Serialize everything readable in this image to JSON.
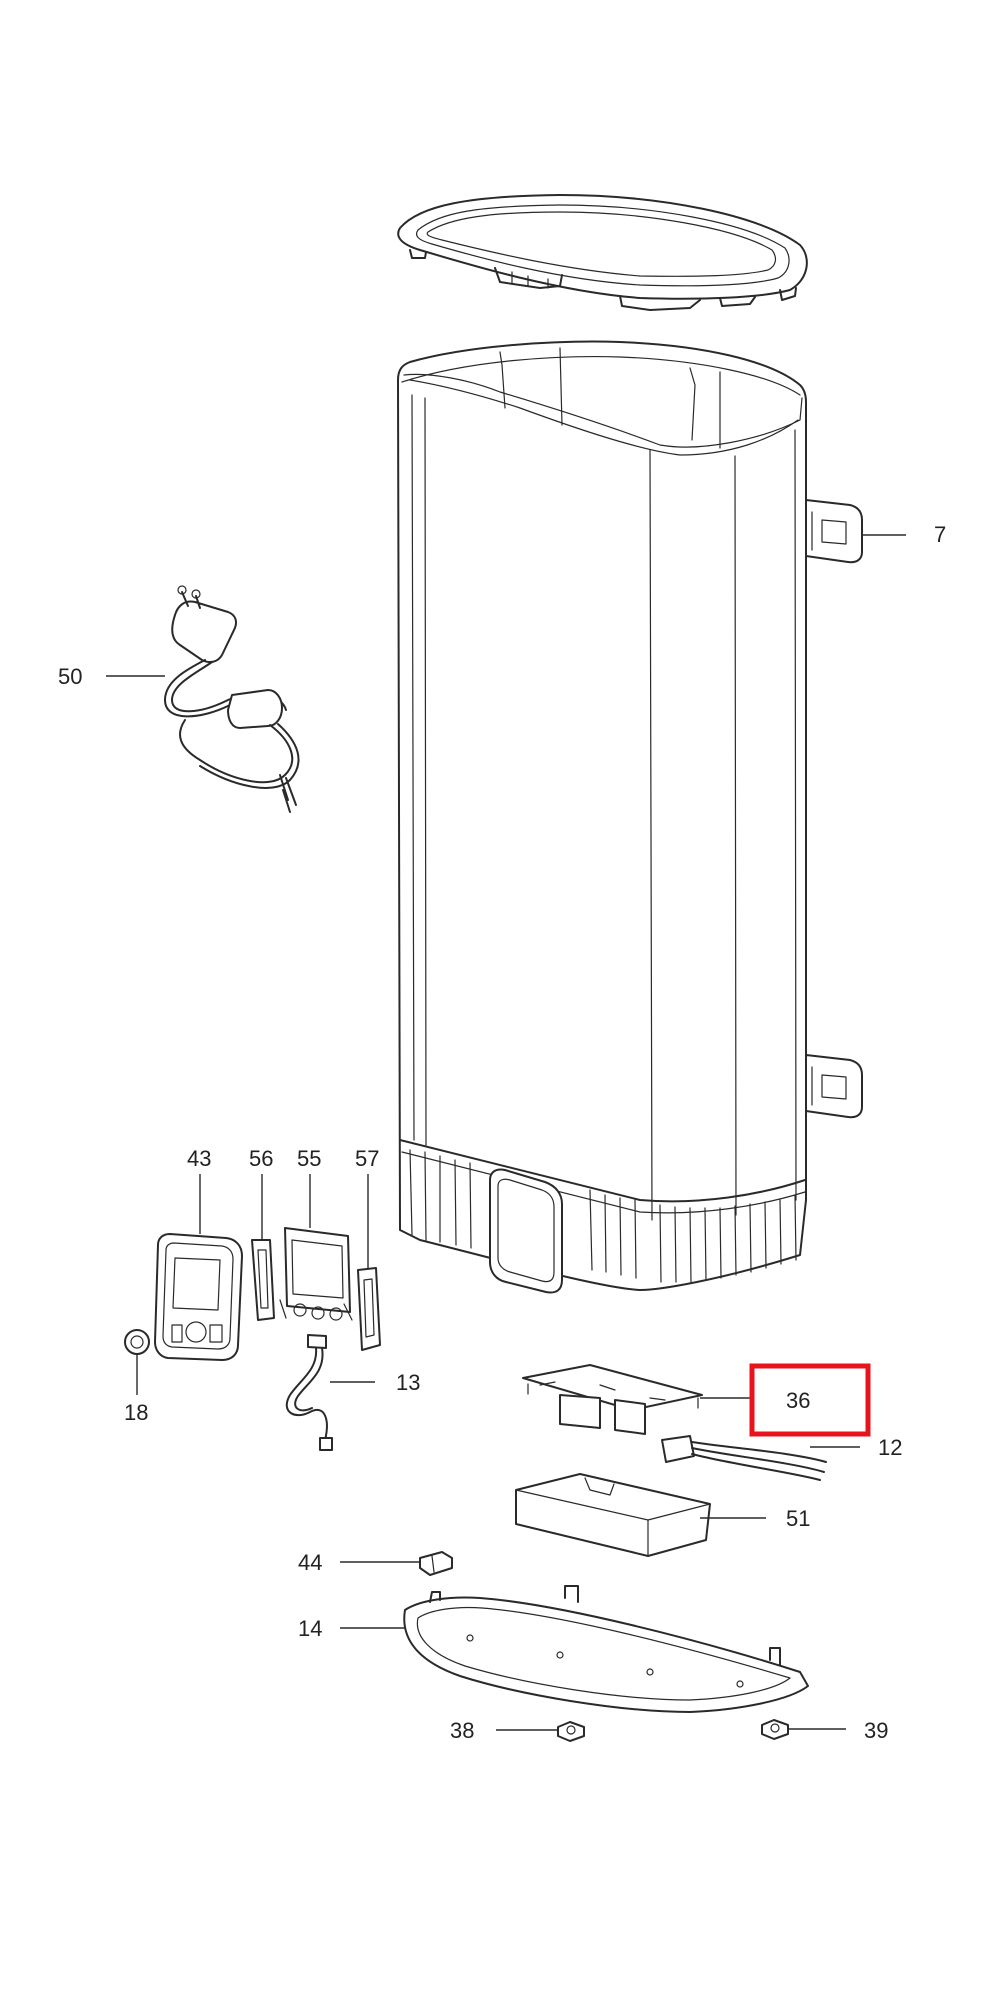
{
  "diagram": {
    "highlight_color": "#e8141b",
    "line_color": "#2a2a2a",
    "callouts": {
      "p7": "7",
      "p50": "50",
      "p43": "43",
      "p56": "56",
      "p55": "55",
      "p57": "57",
      "p18": "18",
      "p13": "13",
      "p36": "36",
      "p12": "12",
      "p51": "51",
      "p44": "44",
      "p14": "14",
      "p38": "38",
      "p39": "39"
    },
    "highlighted_part": "36"
  }
}
